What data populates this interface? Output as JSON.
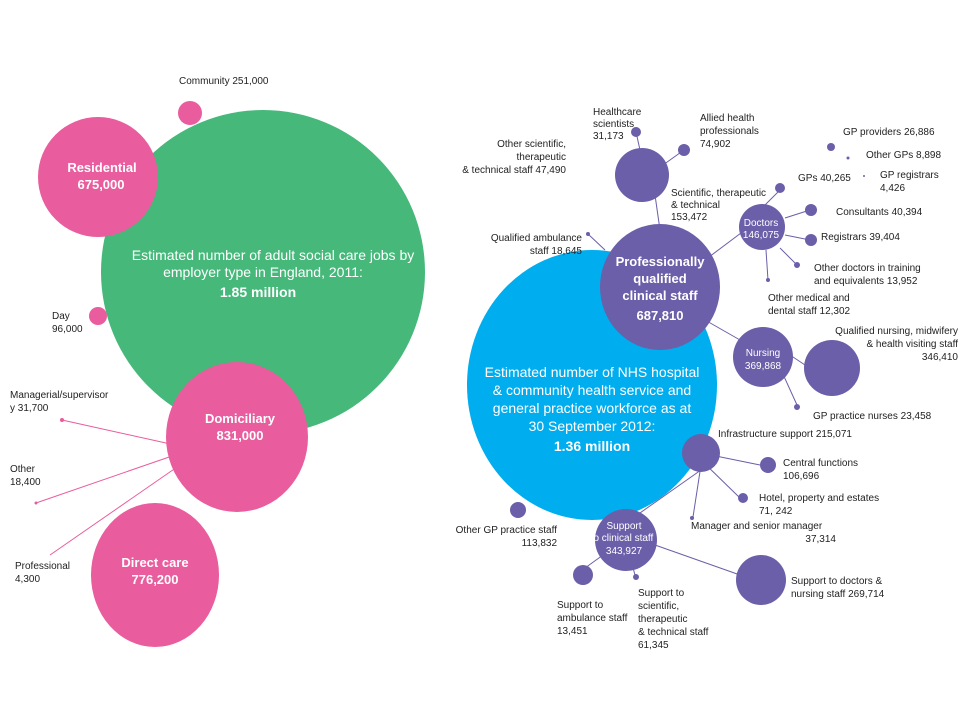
{
  "colors": {
    "green": "#45b87a",
    "pink": "#e95c9d",
    "blue": "#00adee",
    "purple": "#6a5fa8",
    "white": "#ffffff"
  },
  "social_care": {
    "title_lines": [
      "Estimated number of adult social care jobs by",
      "employer type in England, 2011:"
    ],
    "total": "1.85 million",
    "residential": {
      "name": "Residential",
      "value": "675,000"
    },
    "community": "Community 251,000",
    "day": {
      "name": "Day",
      "value": "96,000"
    },
    "domiciliary": {
      "name": "Domiciliary",
      "value": "831,000"
    },
    "direct_care": {
      "name": "Direct care",
      "value": "776,200"
    },
    "managerial": [
      "Managerial/supervisor",
      "y 31,700"
    ],
    "other": [
      "Other",
      "18,400"
    ],
    "professional": [
      "Professional",
      "4,300"
    ]
  },
  "nhs": {
    "title_lines": [
      "Estimated number of NHS hospital",
      "& community health service and",
      "general practice workforce as at",
      "30 September 2012:"
    ],
    "total": "1.36 million",
    "professionally_qualified": {
      "lines": [
        "Professionally",
        "qualified",
        "clinical staff"
      ],
      "value": "687,810"
    },
    "scientific": [
      "Scientific, therapeutic",
      "& technical",
      "153,472"
    ],
    "healthcare_scientists": [
      "Healthcare",
      "scientists",
      "31,173"
    ],
    "allied_health": [
      "Allied health",
      "professionals",
      "74,902"
    ],
    "other_scientific": [
      "Other scientific,",
      "therapeutic",
      "& technical staff 47,490"
    ],
    "ambulance": [
      "Qualified ambulance",
      "staff 18,645"
    ],
    "doctors": {
      "name": "Doctors",
      "value": "146,075"
    },
    "gps": "GPs 40,265",
    "gp_providers": "GP providers 26,886",
    "other_gps": "Other GPs 8,898",
    "gp_registrars": [
      "GP registrars",
      "4,426"
    ],
    "consultants": "Consultants 40,394",
    "registrars": "Registrars 39,404",
    "other_doctors": [
      "Other doctors in training",
      "and equivalents 13,952"
    ],
    "other_medical": [
      "Other medical and",
      "dental staff 12,302"
    ],
    "nursing": {
      "name": "Nursing",
      "value": "369,868"
    },
    "qualified_nursing": [
      "Qualified nursing, midwifery",
      "& health visiting staff",
      "346,410"
    ],
    "gp_practice_nurses": "GP practice nurses 23,458",
    "infrastructure": "Infrastructure support 215,071",
    "central": [
      "Central functions",
      "106,696"
    ],
    "hotel": [
      "Hotel, property and estates",
      "71, 242"
    ],
    "manager": [
      "Manager and senior manager",
      "37,314"
    ],
    "other_gp_staff": [
      "Other GP practice staff",
      "113,832"
    ],
    "support": {
      "lines": [
        "Support",
        "to clinical staff"
      ],
      "value": "343,927"
    },
    "support_doctors": [
      "Support to doctors &",
      "nursing staff 269,714"
    ],
    "support_ambulance": [
      "Support to",
      "ambulance staff",
      "13,451"
    ],
    "support_scientific": [
      "Support to",
      "scientific,",
      "therapeutic",
      "& technical staff",
      "61,345"
    ]
  }
}
